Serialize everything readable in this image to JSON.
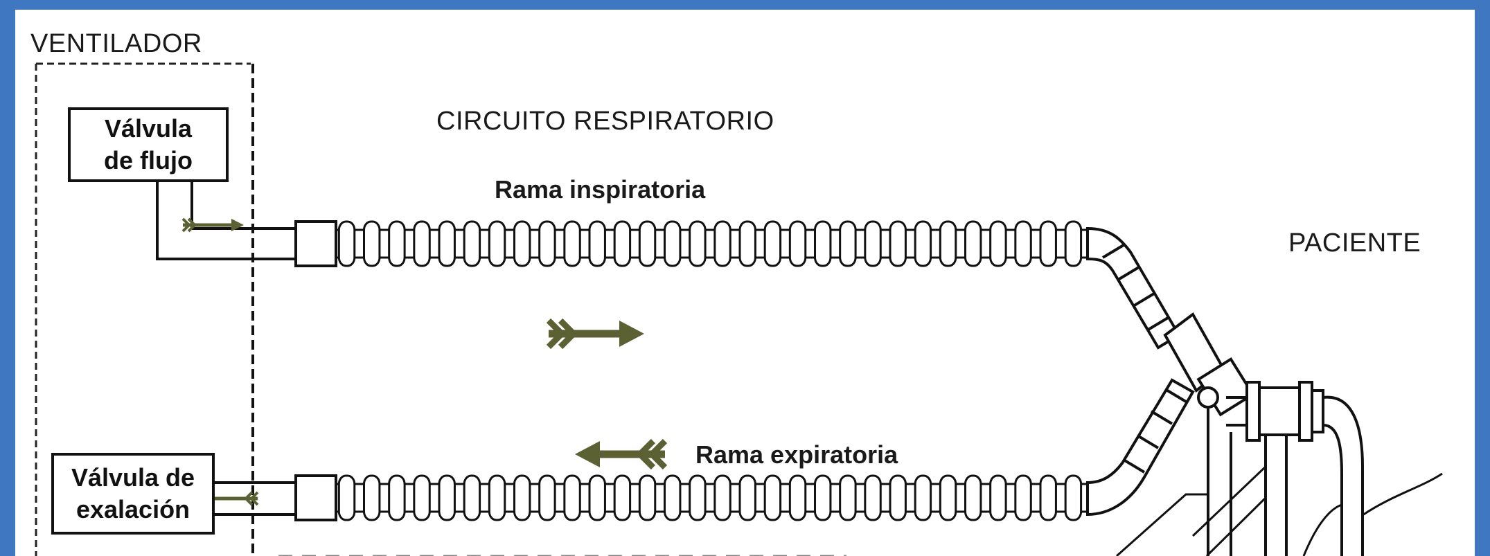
{
  "labels": {
    "ventilator": "VENTILADOR",
    "circuit": "CIRCUITO RESPIRATORIO",
    "inspiratory_branch": "Rama inspiratoria",
    "expiratory_branch": "Rama expiratoria",
    "patient": "PACIENTE"
  },
  "flow_valve": {
    "line1": "Válvula",
    "line2": "de flujo"
  },
  "exhalation_valve": {
    "line1": "Válvula de",
    "line2": "exalación"
  },
  "colors": {
    "arrow": "#5c6134",
    "line": "#111111",
    "background": "#3f78c0"
  }
}
